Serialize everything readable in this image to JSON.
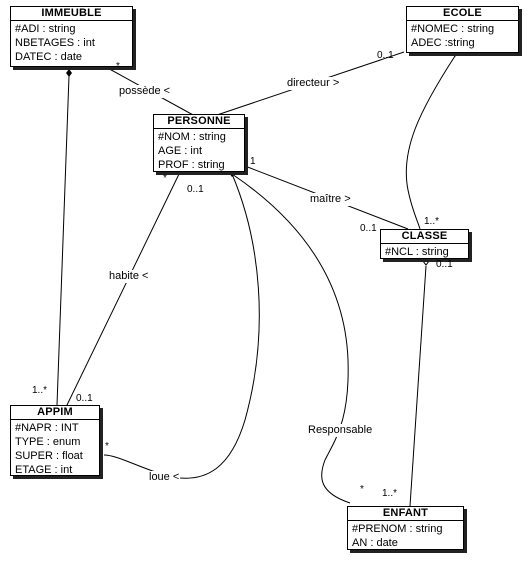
{
  "classes": {
    "immeuble": {
      "name": "IMMEUBLE",
      "attrs": [
        "#ADI : string",
        "NBETAGES : int",
        "DATEC : date"
      ]
    },
    "ecole": {
      "name": "ECOLE",
      "attrs": [
        "#NOMEC : string",
        "ADEC  :string"
      ]
    },
    "personne": {
      "name": "PERSONNE",
      "attrs": [
        "#NOM : string",
        "AGE : int",
        "PROF : string"
      ]
    },
    "classe": {
      "name": "CLASSE",
      "attrs": [
        "#NCL : string"
      ]
    },
    "appim": {
      "name": "APPIM",
      "attrs": [
        "#NAPR : INT",
        "TYPE : enum",
        "SUPER : float",
        "ETAGE : int"
      ]
    },
    "enfant": {
      "name": "ENFANT",
      "attrs": [
        "#PRENOM : string",
        "AN : date"
      ]
    }
  },
  "associations": {
    "possede": "possède <",
    "directeur": "directeur >",
    "maitre": "maître >",
    "habite": "habite <",
    "loue": "loue <",
    "responsable": "Responsable"
  },
  "multiplicities": {
    "immeuble_possede": "*",
    "ecole_directeur": "0..1",
    "personne_habite": "*",
    "personne_dot": "0..1",
    "personne_maitre": "1",
    "classe_maitre_top": "1..*",
    "classe_maitre_left": "0..1",
    "classe_bottom": "0..1",
    "appim_top_left": "1..*",
    "appim_top_right": "0..1",
    "appim_loue": "*",
    "enfant_left": "*",
    "enfant_right": "1..*"
  }
}
